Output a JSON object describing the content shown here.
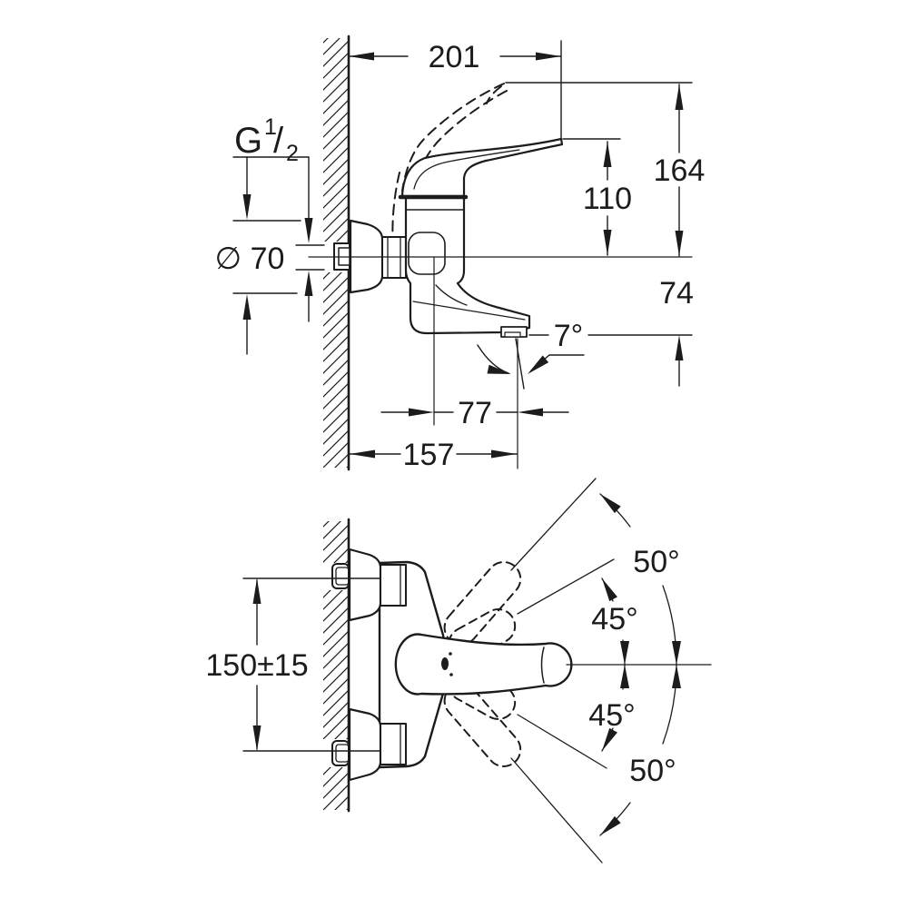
{
  "colors": {
    "ink": "#1c1c1c",
    "background": "#ffffff"
  },
  "side_view": {
    "total_width": "201",
    "raised_lever_height": "164",
    "lever_height": "110",
    "spout_drop_height": "74",
    "stream_angle": "7°",
    "spout_reach": "77",
    "wall_reach": "157",
    "escutcheon_diameter": "∅ 70",
    "thread_size": {
      "letter": "G",
      "numerator": "1",
      "slash": "/",
      "denominator": "2"
    }
  },
  "plan_view": {
    "mounting_distance": "150±15",
    "upper_swivel_angle": "50°",
    "upper_lever_angle": "45°",
    "lower_lever_angle": "45°",
    "lower_swivel_angle": "50°"
  }
}
